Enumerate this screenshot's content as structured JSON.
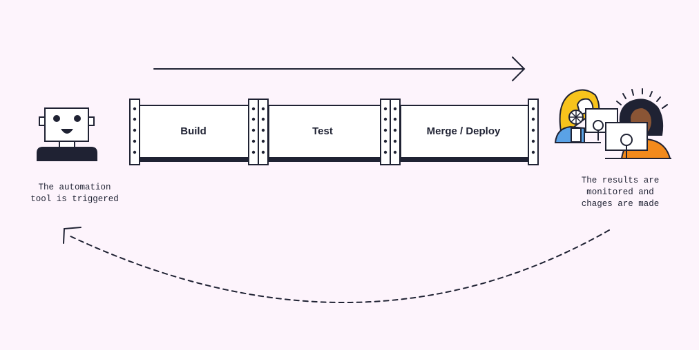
{
  "pipeline": {
    "stages": [
      {
        "label": "Build"
      },
      {
        "label": "Test"
      },
      {
        "label": "Merge / Deploy"
      }
    ]
  },
  "captions": {
    "left_line1": "The automation",
    "left_line2": "tool is triggered",
    "right_line1": "The results are",
    "right_line2": "monitored and",
    "right_line3": "chages are made"
  },
  "icons": {
    "left": "robot-icon",
    "right": "people-at-monitors-icon",
    "top_arrow": "arrow-right-icon",
    "return_arrow": "dashed-return-arrow-icon"
  },
  "colors": {
    "background": "#fdf4fc",
    "ink": "#1f2233",
    "hair_yellow": "#f7c31c",
    "shirt_blue": "#5aa2e6",
    "shirt_orange": "#f28a1c",
    "skin_brown": "#8a5535"
  }
}
